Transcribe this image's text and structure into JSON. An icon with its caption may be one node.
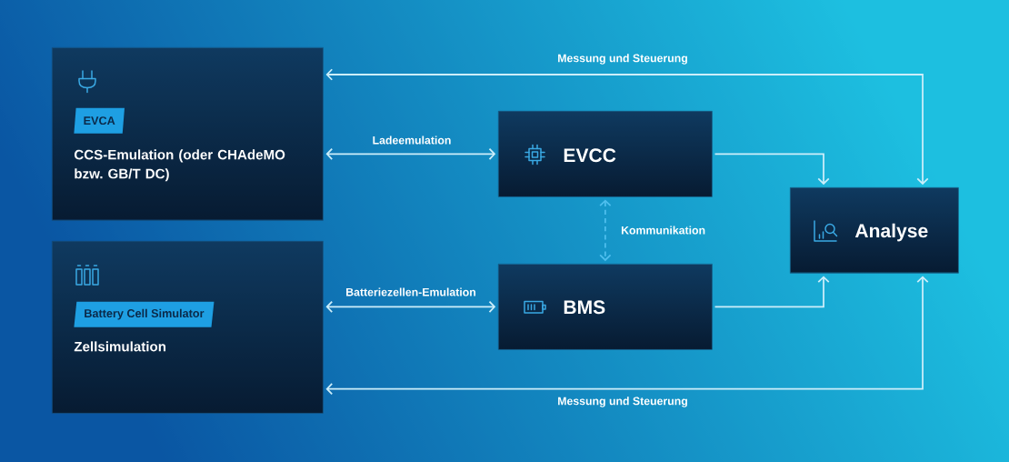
{
  "diagram": {
    "nodes": [
      {
        "text": [
          "CCS-Emulation (oder CHAdeMO bzw. GB/T DC)"
        ]
      },
      {
        "text": [
          "EVCA"
        ],
        "in": 0
      },
      {
        "text": [
          "Zellsimulation"
        ]
      },
      {
        "text": [
          "Battery Cell Simulator"
        ],
        "in": 2
      },
      {
        "text": [
          "EVCC"
        ]
      },
      {
        "text": [
          "BMS"
        ]
      },
      {
        "text": [
          "Analyse"
        ]
      }
    ],
    "edges": [
      {
        "from": 0,
        "to": 4,
        "arrow": "both",
        "label": "Ladeemulation"
      },
      {
        "from": 2,
        "to": 5,
        "arrow": "both",
        "label": "Batteriezellen-Emulation"
      },
      {
        "from": 4,
        "to": 5,
        "arrow": "both",
        "label": "Kommunikation",
        "style": "dashed",
        "color": "#4fbfee"
      },
      {
        "from": 4,
        "to": 6,
        "arrow": "to"
      },
      {
        "from": 5,
        "to": 6,
        "arrow": "to"
      },
      {
        "from": 0,
        "to": 6,
        "arrow": "both",
        "label": "Messung und Steuerung"
      },
      {
        "from": 2,
        "to": 6,
        "arrow": "both",
        "label": "Messung und Steuerung"
      }
    ]
  }
}
